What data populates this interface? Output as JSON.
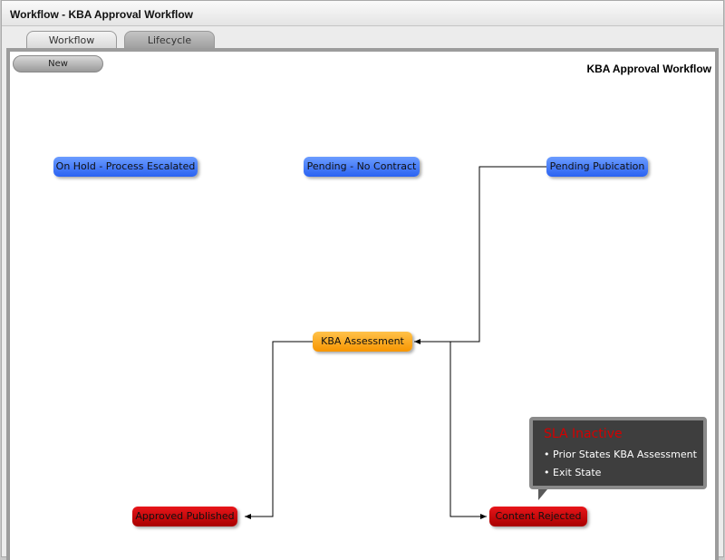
{
  "window": {
    "title": "Workflow - KBA Approval Workflow"
  },
  "tabs": [
    {
      "label": "Workflow",
      "active": true
    },
    {
      "label": "Lifecycle",
      "active": false
    }
  ],
  "toolbar": {
    "new_label": "New",
    "workflow_name": "KBA Approval Workflow"
  },
  "states": [
    {
      "label": "On Hold - Process Escalated",
      "color": "#3b74ff"
    },
    {
      "label": "Pending - No Contract",
      "color": "#3b74ff"
    },
    {
      "label": "Pending Pubication",
      "color": "#3b74ff"
    },
    {
      "label": "KBA Assessment",
      "color": "#fba61c"
    },
    {
      "label": "Approved Published",
      "color": "#cc0000"
    },
    {
      "label": "Content Rejected",
      "color": "#cc0000"
    }
  ],
  "transitions": [
    {
      "from": "Pending Pubication",
      "to": "KBA Assessment"
    },
    {
      "from": "KBA Assessment",
      "to": "Approved Published"
    },
    {
      "from": "KBA Assessment",
      "to": "Content Rejected"
    }
  ],
  "tooltip": {
    "title": "SLA Inactive",
    "items": [
      "Prior States  KBA Assessment",
      "Exit State"
    ]
  }
}
